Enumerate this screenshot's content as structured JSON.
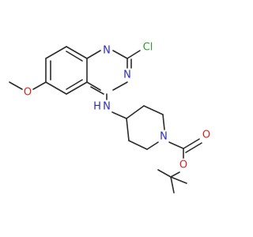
{
  "colors": {
    "carbon_bond": "#2b2b2b",
    "nitrogen": "#2a2ad0",
    "oxygen": "#e0221e",
    "chlorine": "#2ca02c"
  },
  "atom_labels": {
    "n1": "N",
    "n3": "N",
    "cl": "Cl",
    "o_methoxy": "O",
    "nh": "N",
    "h": "H",
    "n_piperidine": "N",
    "o_carbonyl": "O",
    "o_ester": "O"
  }
}
